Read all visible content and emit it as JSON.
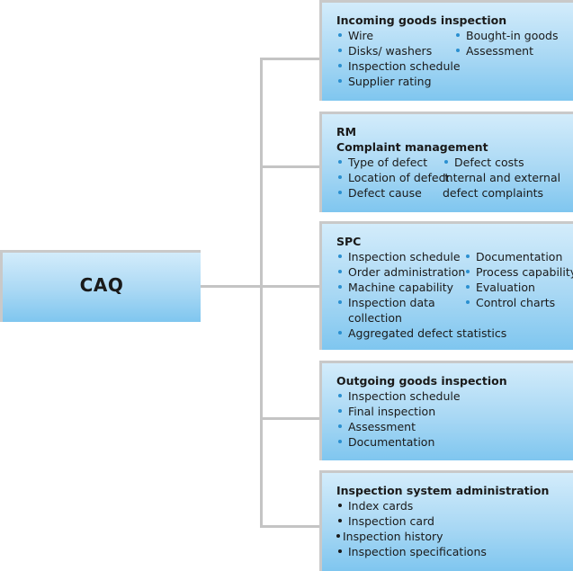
{
  "center": {
    "label": "CAQ"
  },
  "branches": [
    {
      "title": "Incoming goods inspection",
      "col1": [
        "Wire",
        "Disks/ washers",
        "Inspection schedule",
        "Supplier rating"
      ],
      "col2": [
        "Bought-in goods",
        "Assessment"
      ]
    },
    {
      "title1": "RM",
      "title2": "Complaint management",
      "col1": [
        "Type of defect",
        "Location of defect",
        "Defect cause"
      ],
      "col2": [
        "Defect costs",
        "Internal and external",
        "defect complaints"
      ]
    },
    {
      "title": "SPC",
      "col1": [
        "Inspection schedule",
        "Order administration",
        "Machine capability",
        "Inspection data collection"
      ],
      "col2": [
        "Documentation",
        "Process capability",
        "Evaluation",
        "Control charts"
      ],
      "full": [
        "Aggregated defect statistics"
      ]
    },
    {
      "title": "Outgoing goods inspection",
      "items": [
        "Inspection schedule",
        "Final inspection",
        "Assessment",
        "Documentation"
      ]
    },
    {
      "title": "Inspection system administration",
      "items": [
        "Index cards",
        "Inspection card",
        "Inspection history",
        "Inspection specifications"
      ]
    }
  ],
  "colors": {
    "box_top": "#d3ecfb",
    "box_bottom": "#7fc6ef",
    "bullet_blue": "#2a8fd0",
    "connector": "#c4c4c4"
  }
}
